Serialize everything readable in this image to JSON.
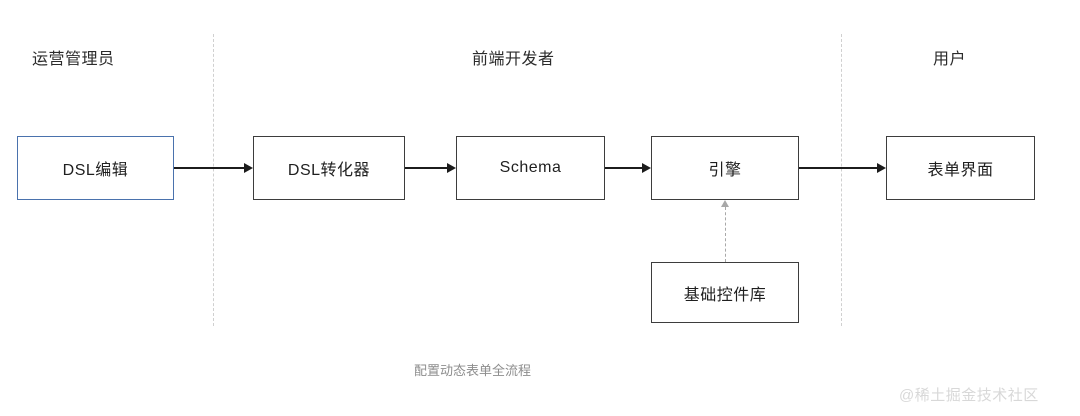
{
  "diagram": {
    "caption": "配置动态表单全流程",
    "watermark": "@稀土掘金技术社区",
    "accent_color": "#4a72ad",
    "node_border_color": "#3d3d3d",
    "divider_color": "#d0d0d0",
    "lanes": [
      {
        "id": "lane-operator",
        "label": "运营管理员"
      },
      {
        "id": "lane-frontend",
        "label": "前端开发者"
      },
      {
        "id": "lane-user",
        "label": "用户"
      }
    ],
    "nodes": [
      {
        "id": "dsl-edit",
        "label": "DSL编辑",
        "lane": "lane-operator",
        "accent": true
      },
      {
        "id": "dsl-convert",
        "label": "DSL转化器",
        "lane": "lane-frontend",
        "accent": false
      },
      {
        "id": "schema",
        "label": "Schema",
        "lane": "lane-frontend",
        "accent": false
      },
      {
        "id": "engine",
        "label": "引擎",
        "lane": "lane-frontend",
        "accent": false
      },
      {
        "id": "form-ui",
        "label": "表单界面",
        "lane": "lane-user",
        "accent": false
      },
      {
        "id": "widget-lib",
        "label": "基础控件库",
        "lane": "lane-frontend",
        "accent": false
      }
    ],
    "edges": [
      {
        "id": "edge-1",
        "from": "dsl-edit",
        "to": "dsl-convert",
        "style": "solid"
      },
      {
        "id": "edge-2",
        "from": "dsl-convert",
        "to": "schema",
        "style": "solid"
      },
      {
        "id": "edge-3",
        "from": "schema",
        "to": "engine",
        "style": "solid"
      },
      {
        "id": "edge-4",
        "from": "engine",
        "to": "form-ui",
        "style": "solid"
      },
      {
        "id": "edge-5",
        "from": "widget-lib",
        "to": "engine",
        "style": "dashed"
      }
    ]
  }
}
